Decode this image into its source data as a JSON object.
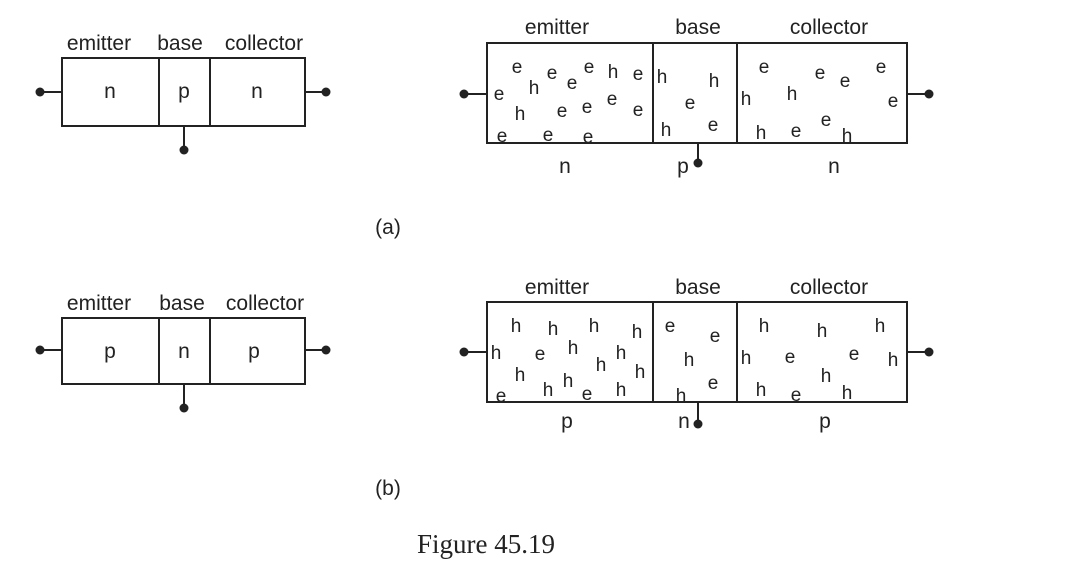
{
  "diagrams": [
    {
      "id": "npn",
      "panel_label": "(a)",
      "symbol": {
        "headers": [
          "emitter",
          "base",
          "collector"
        ],
        "regions": [
          "n",
          "p",
          "n"
        ]
      },
      "carrier_view": {
        "headers": [
          "emitter",
          "base",
          "collector"
        ],
        "types": [
          "n",
          "p",
          "n"
        ],
        "carriers": [
          [
            "e",
            "h",
            "e",
            "e",
            "e",
            "h",
            "e",
            "e",
            "h",
            "e",
            "e",
            "e",
            "e",
            "e",
            "e",
            "e"
          ],
          [
            "h",
            "h",
            "e",
            "h",
            "e"
          ],
          [
            "e",
            "e",
            "e",
            "h",
            "h",
            "e",
            "e",
            "h",
            "e",
            "e",
            "h"
          ]
        ]
      }
    },
    {
      "id": "pnp",
      "panel_label": "(b)",
      "symbol": {
        "headers": [
          "emitter",
          "base",
          "collector"
        ],
        "regions": [
          "p",
          "n",
          "p"
        ]
      },
      "carrier_view": {
        "headers": [
          "emitter",
          "base",
          "collector"
        ],
        "types": [
          "p",
          "n",
          "p"
        ],
        "carriers": [
          [
            "h",
            "h",
            "h",
            "h",
            "h",
            "e",
            "h",
            "h",
            "h",
            "h",
            "h",
            "e",
            "h",
            "h",
            "e",
            "h"
          ],
          [
            "e",
            "e",
            "h",
            "h",
            "e"
          ],
          [
            "h",
            "h",
            "h",
            "h",
            "e",
            "e",
            "h",
            "h",
            "e",
            "h",
            "h"
          ]
        ]
      }
    }
  ],
  "caption": "Figure 45.19"
}
